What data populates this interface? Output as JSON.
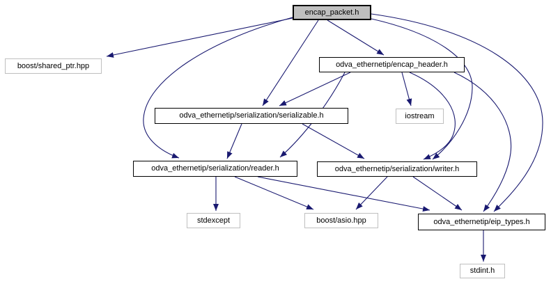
{
  "diagram": {
    "kind": "include-dependency-graph",
    "root_file": "encap_packet.h",
    "colors": {
      "edge": "#191970",
      "current_node_fill": "#bfbfbf",
      "internal_node_border": "#000000",
      "external_node_border": "#bfbfbf",
      "node_fill": "#ffffff",
      "text": "#000000",
      "background": "#ffffff"
    },
    "nodes": [
      {
        "id": "encap_packet_h",
        "label": "encap_packet.h",
        "style": "current"
      },
      {
        "id": "boost_shared_ptr",
        "label": "boost/shared_ptr.hpp",
        "style": "external"
      },
      {
        "id": "encap_header_h",
        "label": "odva_ethernetip/encap_header.h",
        "style": "internal"
      },
      {
        "id": "serializable_h",
        "label": "odva_ethernetip/serialization/serializable.h",
        "style": "internal"
      },
      {
        "id": "iostream",
        "label": "iostream",
        "style": "external"
      },
      {
        "id": "reader_h",
        "label": "odva_ethernetip/serialization/reader.h",
        "style": "internal"
      },
      {
        "id": "writer_h",
        "label": "odva_ethernetip/serialization/writer.h",
        "style": "internal"
      },
      {
        "id": "stdexcept",
        "label": "stdexcept",
        "style": "external"
      },
      {
        "id": "boost_asio_hpp",
        "label": "boost/asio.hpp",
        "style": "external"
      },
      {
        "id": "eip_types_h",
        "label": "odva_ethernetip/eip_types.h",
        "style": "internal"
      },
      {
        "id": "stdint_h",
        "label": "stdint.h",
        "style": "external"
      }
    ],
    "edges": [
      {
        "from": "encap_packet_h",
        "to": "boost_shared_ptr"
      },
      {
        "from": "encap_packet_h",
        "to": "encap_header_h"
      },
      {
        "from": "encap_packet_h",
        "to": "serializable_h"
      },
      {
        "from": "encap_packet_h",
        "to": "reader_h"
      },
      {
        "from": "encap_packet_h",
        "to": "writer_h"
      },
      {
        "from": "encap_packet_h",
        "to": "eip_types_h"
      },
      {
        "from": "encap_header_h",
        "to": "iostream"
      },
      {
        "from": "encap_header_h",
        "to": "serializable_h"
      },
      {
        "from": "encap_header_h",
        "to": "reader_h"
      },
      {
        "from": "encap_header_h",
        "to": "writer_h"
      },
      {
        "from": "encap_header_h",
        "to": "eip_types_h"
      },
      {
        "from": "serializable_h",
        "to": "reader_h"
      },
      {
        "from": "serializable_h",
        "to": "writer_h"
      },
      {
        "from": "reader_h",
        "to": "stdexcept"
      },
      {
        "from": "reader_h",
        "to": "boost_asio_hpp"
      },
      {
        "from": "reader_h",
        "to": "eip_types_h"
      },
      {
        "from": "writer_h",
        "to": "boost_asio_hpp"
      },
      {
        "from": "writer_h",
        "to": "eip_types_h"
      },
      {
        "from": "eip_types_h",
        "to": "stdint_h"
      }
    ]
  }
}
